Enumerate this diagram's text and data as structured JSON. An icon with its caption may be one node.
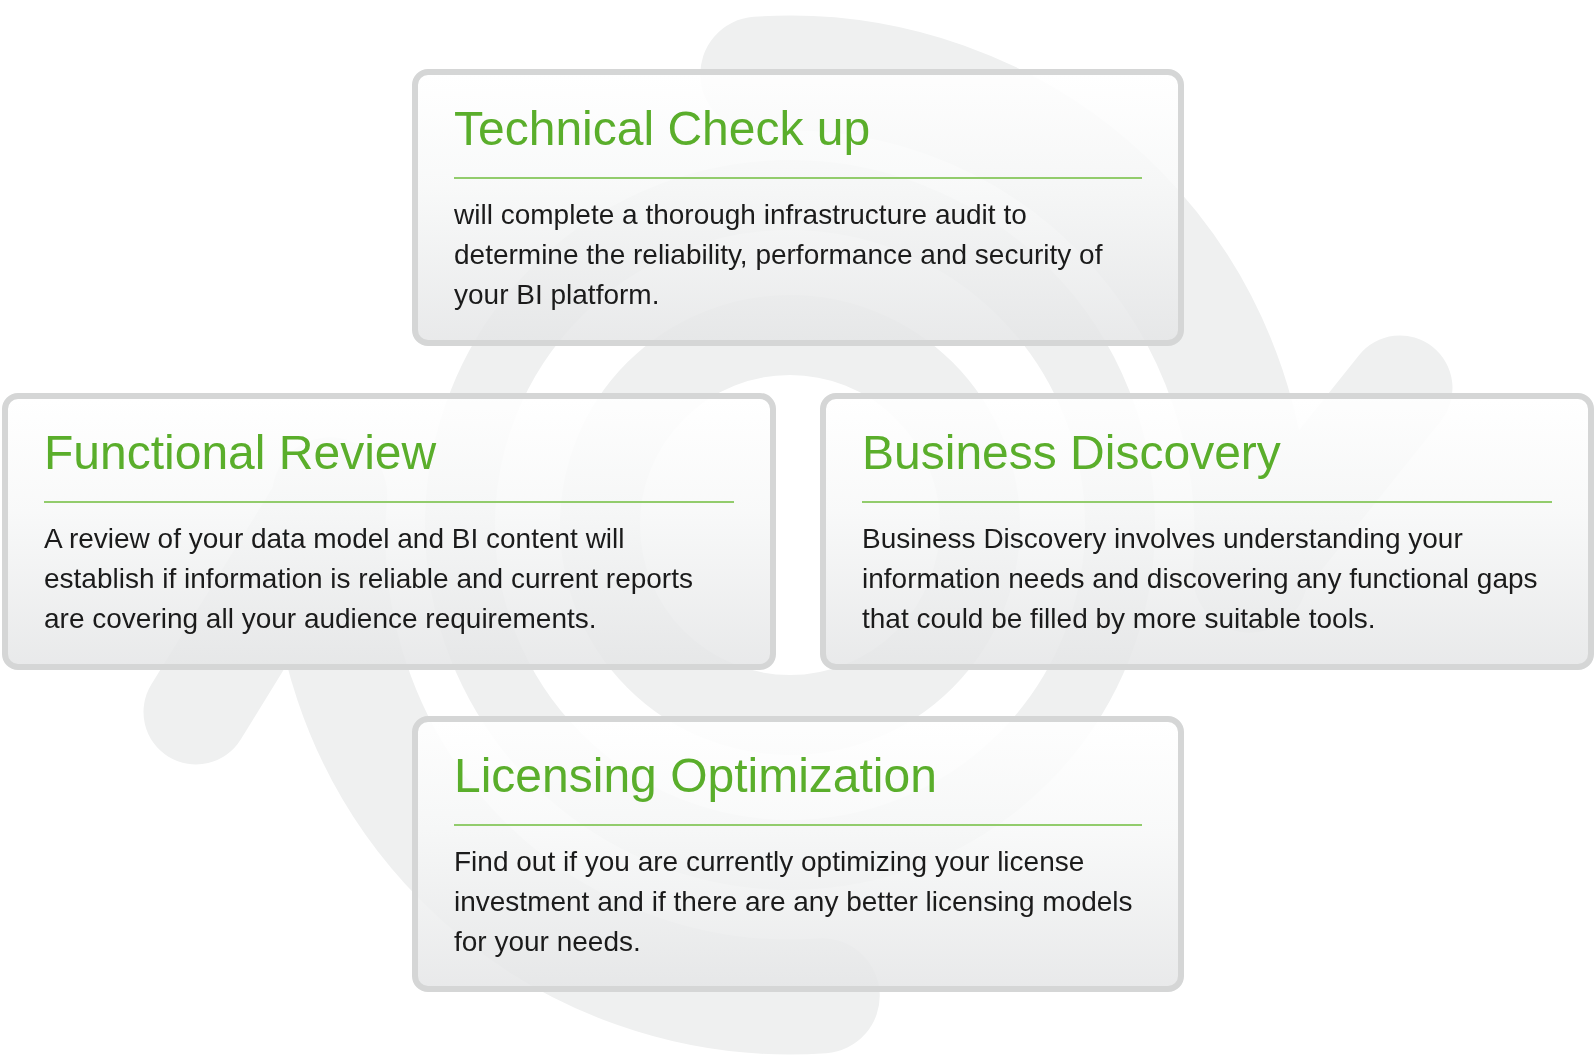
{
  "diagram": {
    "nodes": [
      {
        "text": [
          "Technical Check up",
          "will complete a thorough infrastructure audit to determine the reliability, performance and security of your BI platform."
        ]
      },
      {
        "text": [
          "Functional Review",
          "A review of your data model and BI content will establish if information is reliable and current reports are covering all your audience requirements."
        ]
      },
      {
        "text": [
          "Business Discovery",
          "Business Discovery involves understanding your information needs and discovering any functional gaps that could be filled by more suitable tools."
        ]
      },
      {
        "text": [
          "Licensing Optimization",
          "Find out if you are currently optimizing your license investment and if there are any better licensing models for your needs."
        ]
      }
    ]
  }
}
